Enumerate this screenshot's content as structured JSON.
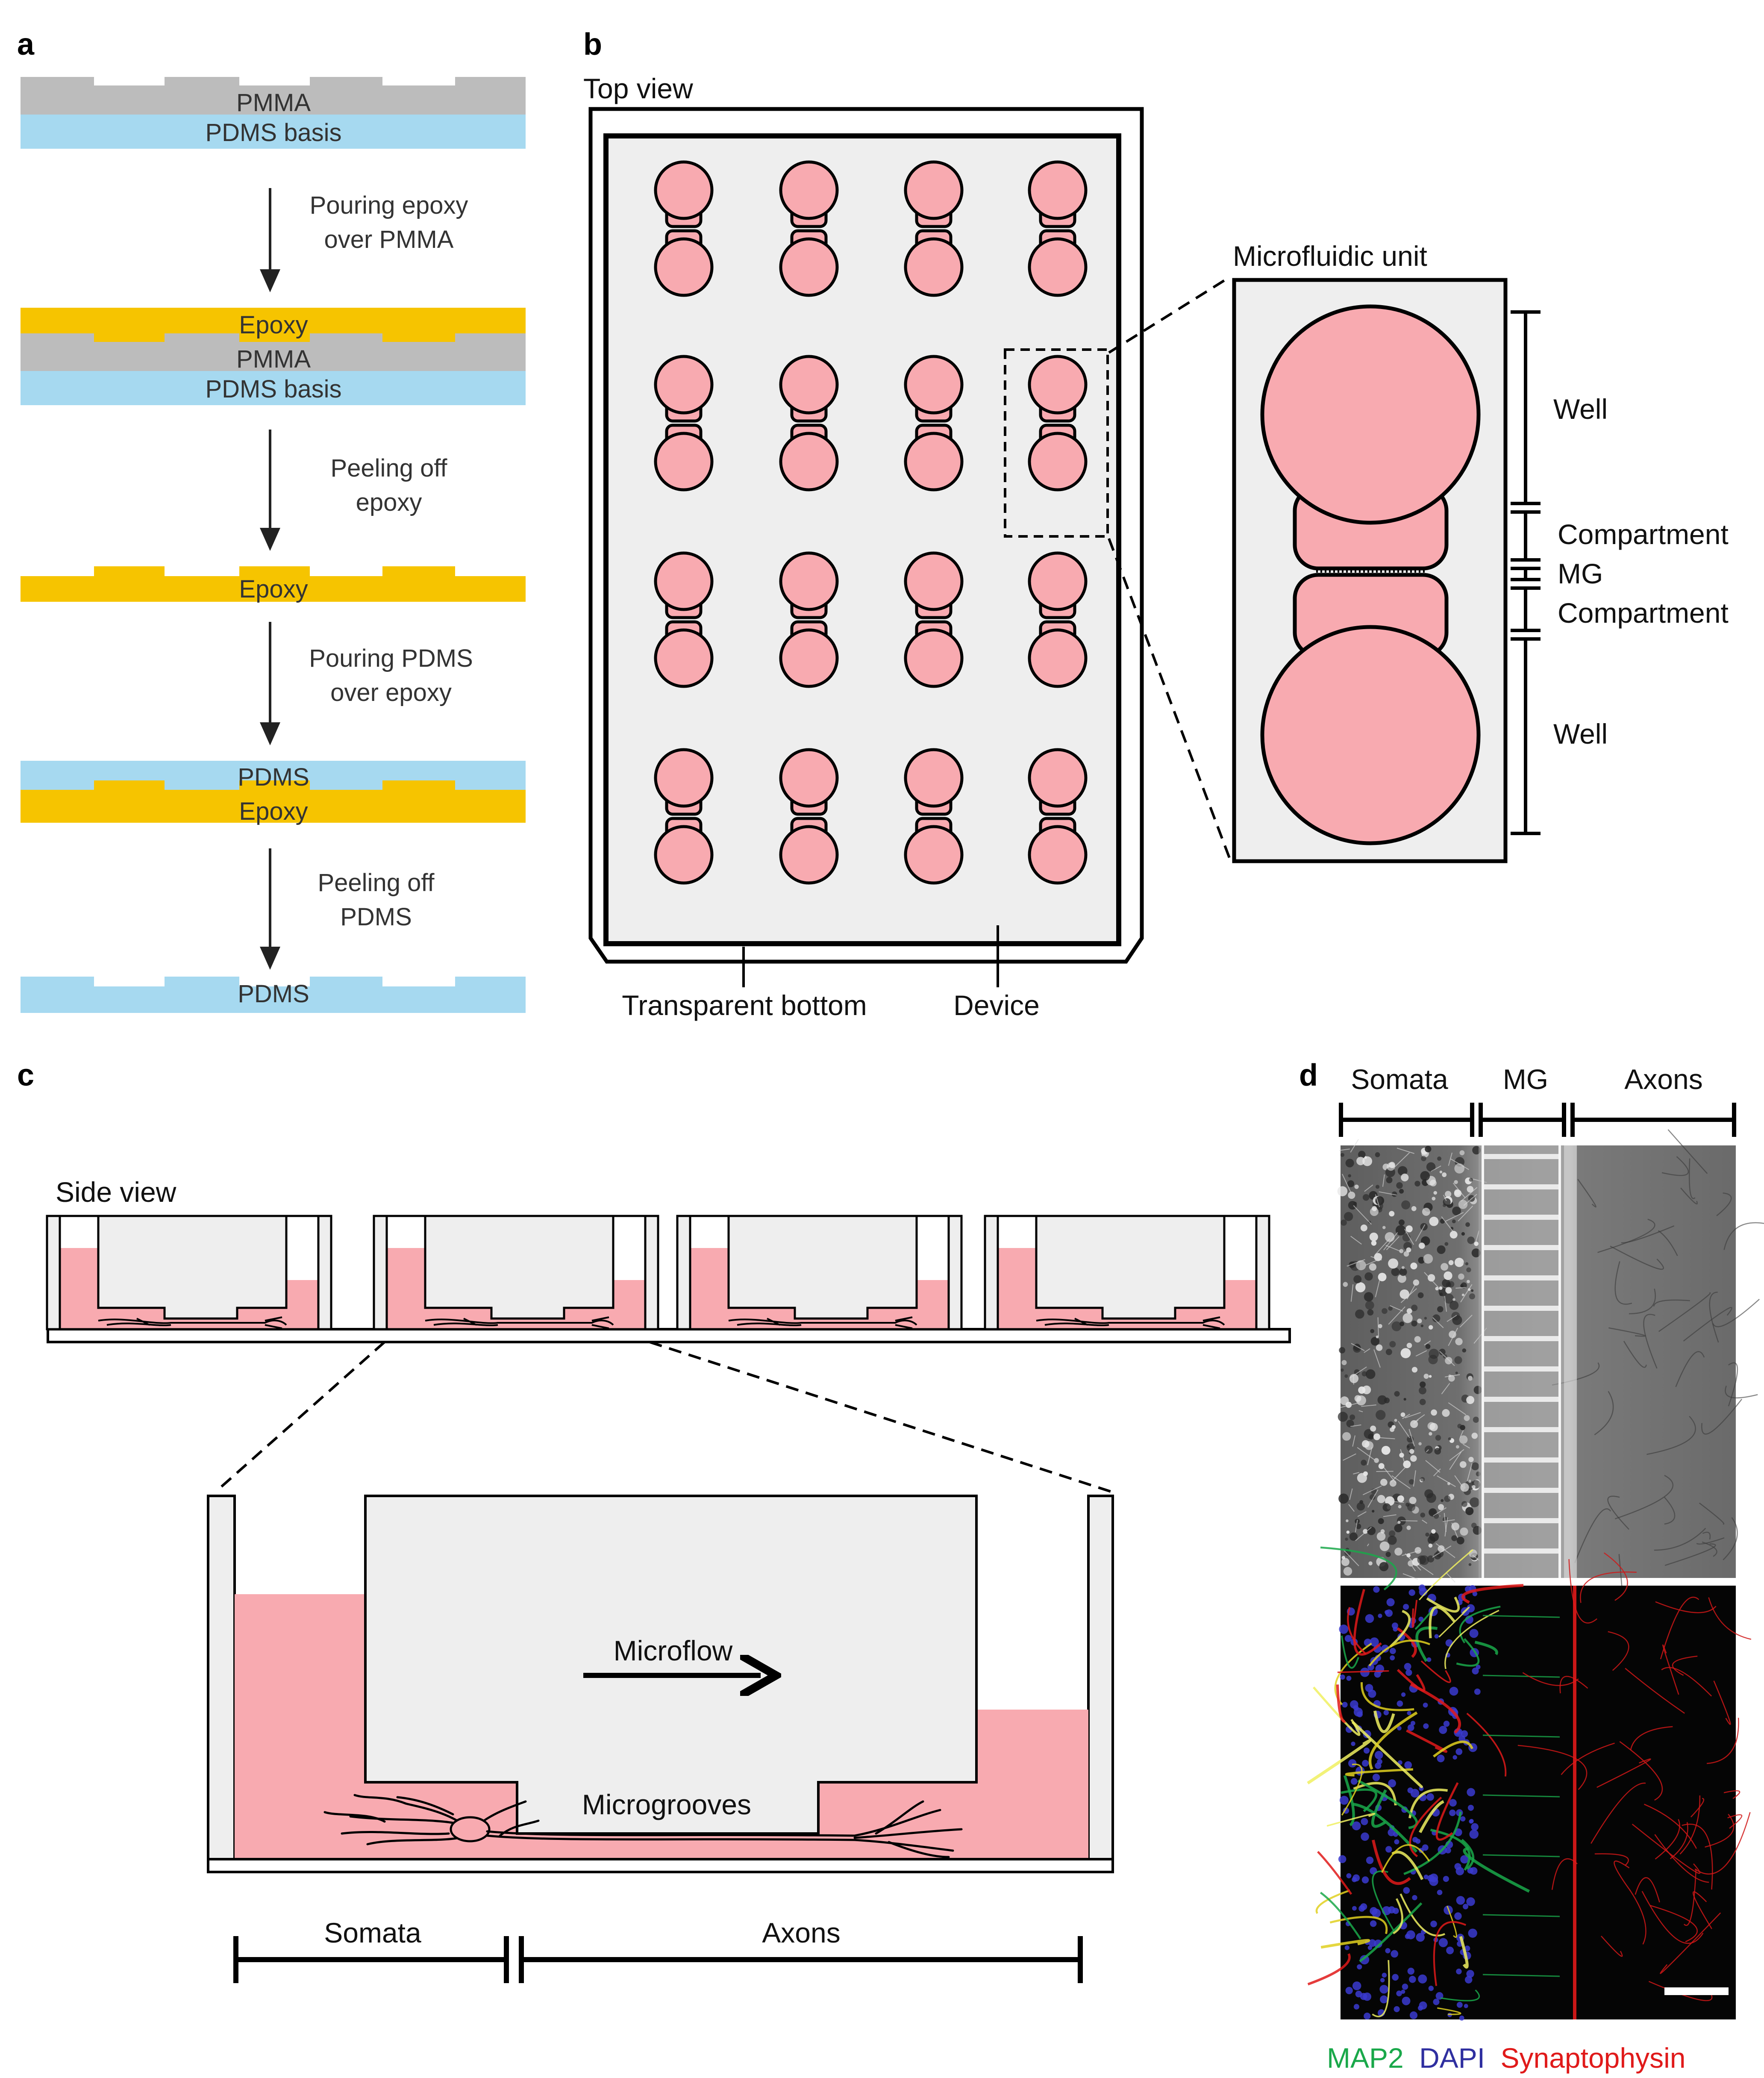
{
  "colors": {
    "pmma": "#bcbcbc",
    "pdms": "#a6d9f0",
    "epoxy": "#f6c400",
    "pink": "#f8aab0",
    "device_grey": "#eeeeee",
    "map2": "#1aa84a",
    "dapi": "#2f2fa0",
    "synaptophysin": "#e01a1a"
  },
  "panel_a": {
    "letter": "a",
    "layers": {
      "pmma": "PMMA",
      "pdms_basis": "PDMS basis",
      "epoxy": "Epoxy",
      "pdms": "PDMS"
    },
    "steps": [
      {
        "line1": "Pouring epoxy",
        "line2": "over PMMA"
      },
      {
        "line1": "Peeling off",
        "line2": "epoxy"
      },
      {
        "line1": "Pouring PDMS",
        "line2": "over epoxy"
      },
      {
        "line1": "Peeling off",
        "line2": "PDMS"
      }
    ]
  },
  "panel_b": {
    "letter": "b",
    "title": "Top view",
    "unit_title": "Microfluidic unit",
    "labels": {
      "transparent_bottom": "Transparent bottom",
      "device": "Device",
      "well_top": "Well",
      "compartment_top": "Compartment",
      "mg": "MG",
      "compartment_bottom": "Compartment",
      "well_bottom": "Well"
    }
  },
  "panel_c": {
    "letter": "c",
    "title": "Side view",
    "microflow": "Microflow",
    "microgrooves": "Microgrooves",
    "somata": "Somata",
    "axons": "Axons"
  },
  "panel_d": {
    "letter": "d",
    "somata": "Somata",
    "mg": "MG",
    "axons": "Axons",
    "legend": {
      "map2": "MAP2",
      "dapi": "DAPI",
      "synaptophysin": "Synaptophysin"
    }
  }
}
